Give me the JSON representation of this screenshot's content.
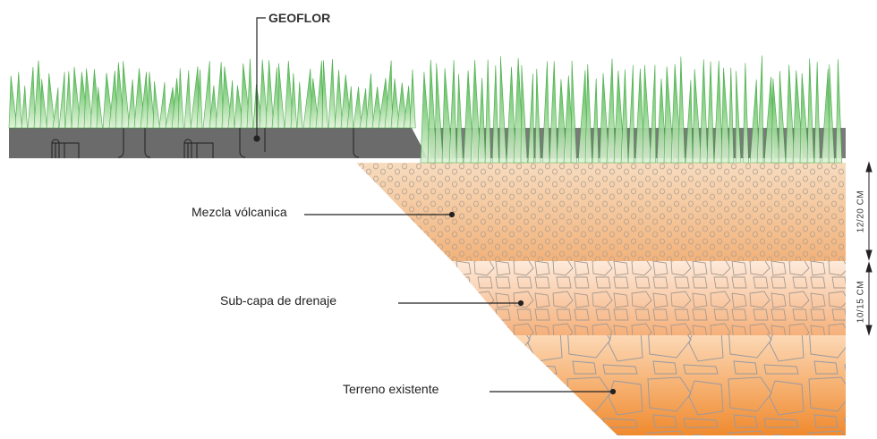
{
  "title": "GEOFLOR",
  "layers": [
    {
      "label": "Mezcla vólcanica",
      "thickness": "12/20 CM",
      "color_top": "#f7d9b8",
      "color_bottom": "#f2b27a"
    },
    {
      "label": "Sub-capa de drenaje",
      "thickness": "10/15 CM",
      "color_top": "#fde8d6",
      "color_bottom": "#f6b47e"
    },
    {
      "label": "Terreno existente",
      "color_top": "#fcd7b2",
      "color_bottom": "#f08a2e"
    }
  ],
  "colors": {
    "grass": "#5cc45c",
    "grid": "#6b6b6b"
  }
}
